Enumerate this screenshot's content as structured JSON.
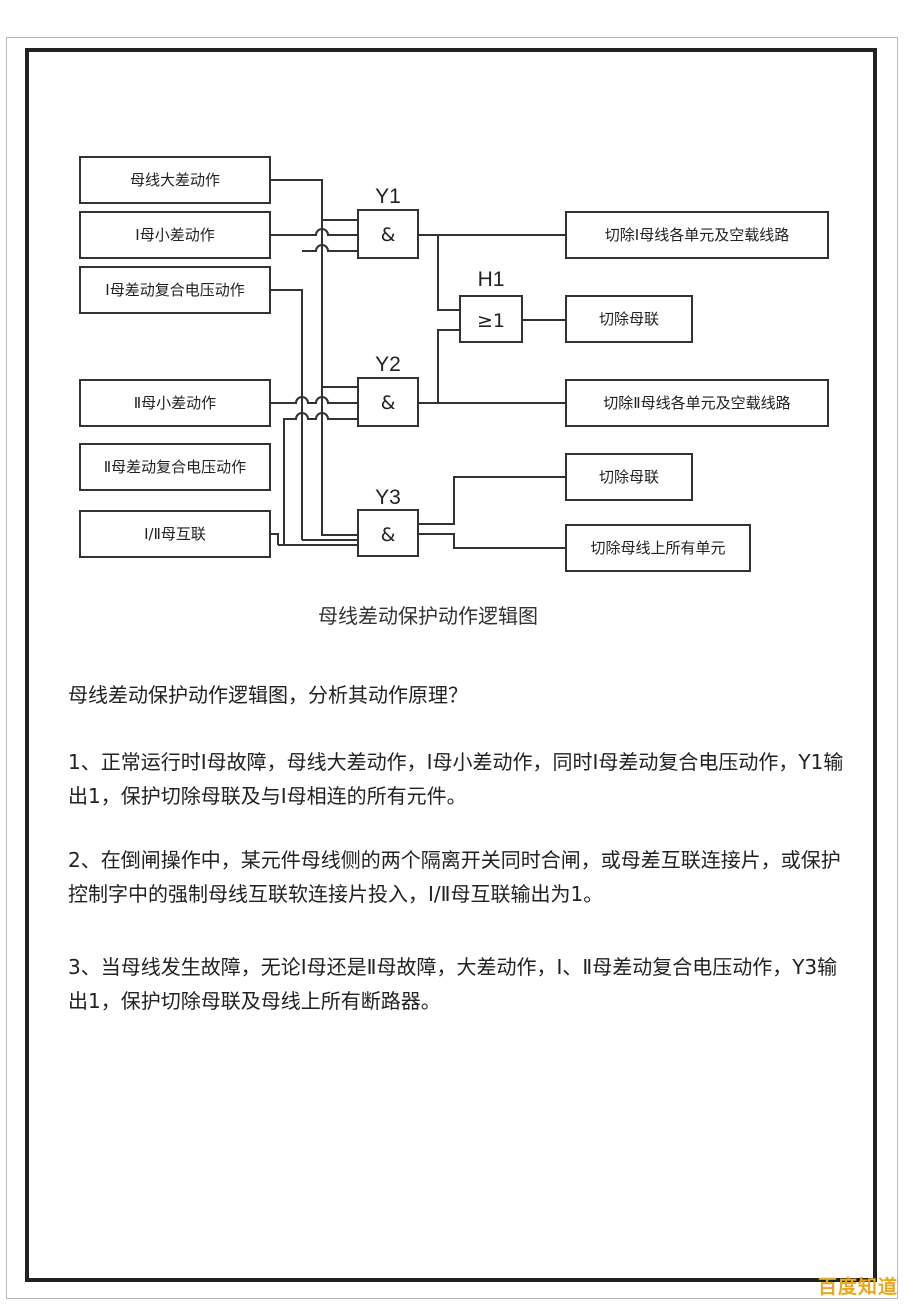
{
  "inputs": {
    "big_diff": "母线大差动作",
    "bus1_small_diff": "Ⅰ母小差动作",
    "bus1_voltage": "Ⅰ母差动复合电压动作",
    "bus2_small_diff": "Ⅱ母小差动作",
    "bus2_voltage": "Ⅱ母差动复合电压动作",
    "interconnect": "Ⅰ/Ⅱ母互联"
  },
  "gates": {
    "y1": {
      "name": "Y1",
      "symbol": "&"
    },
    "h1": {
      "name": "H1",
      "symbol": "≥1"
    },
    "y2": {
      "name": "Y2",
      "symbol": "&"
    },
    "y3": {
      "name": "Y3",
      "symbol": "&"
    }
  },
  "outputs": {
    "trip_bus1": "切除Ⅰ母线各单元及空载线路",
    "trip_coupler_h1": "切除母联",
    "trip_bus2": "切除Ⅱ母线各单元及空载线路",
    "trip_coupler_y3": "切除母联",
    "trip_all": "切除母线上所有单元"
  },
  "caption": "母线差动保护动作逻辑图",
  "question": "母线差动保护动作逻辑图，分析其动作原理？",
  "paragraphs": [
    "1、正常运行时Ⅰ母故障，母线大差动作，Ⅰ母小差动作，同时Ⅰ母差动复合电压动作，Y1输出1，保护切除母联及与Ⅰ母相连的所有元件。",
    "2、在倒闸操作中，某元件母线侧的两个隔离开关同时合闸，或母差互联连接片，或保护控制字中的强制母线互联软连接片投入，Ⅰ/Ⅱ母互联输出为1。",
    "3、当母线发生故障，无论Ⅰ母还是Ⅱ母故障，大差动作，Ⅰ、Ⅱ母差动复合电压动作，Y3输出1，保护切除母联及母线上所有断路器。"
  ],
  "watermark": "百度知道",
  "colors": {
    "line": "#333333",
    "watermark": "#e8a81f"
  }
}
